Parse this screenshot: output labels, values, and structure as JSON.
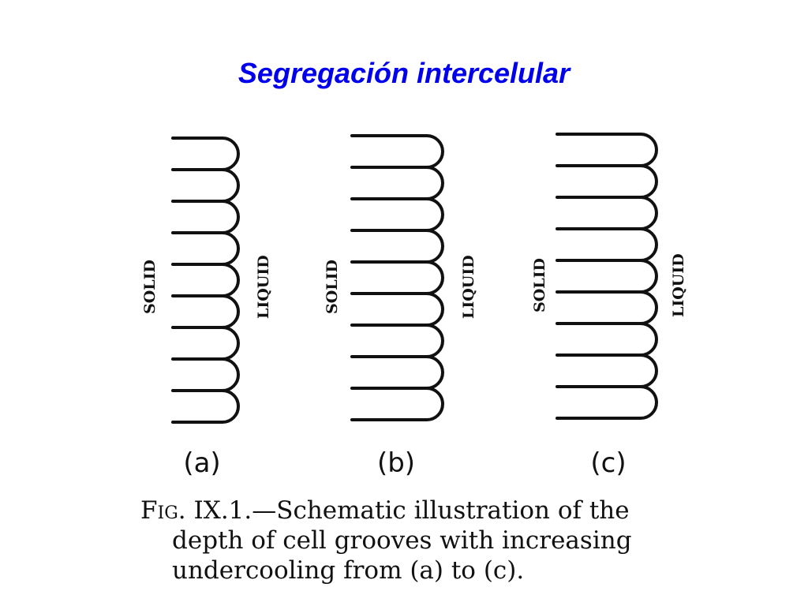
{
  "slide": {
    "title": "Segregación intercelular"
  },
  "figure": {
    "panels": [
      {
        "id": "a",
        "label": "(a)",
        "left_label": "SOLID",
        "right_label": "LIQUID",
        "depth": "shallow"
      },
      {
        "id": "b",
        "label": "(b)",
        "left_label": "SOLID",
        "right_label": "LIQUID",
        "depth": "medium"
      },
      {
        "id": "c",
        "label": "(c)",
        "left_label": "SOLID",
        "right_label": "LIQUID",
        "depth": "deep"
      }
    ],
    "caption": {
      "fig_word": "Fig.",
      "fig_number": "IX.1.—Schematic illustration of the",
      "line2": "depth of cell grooves with increasing",
      "line3": "undercooling from (a) to (c)."
    }
  }
}
